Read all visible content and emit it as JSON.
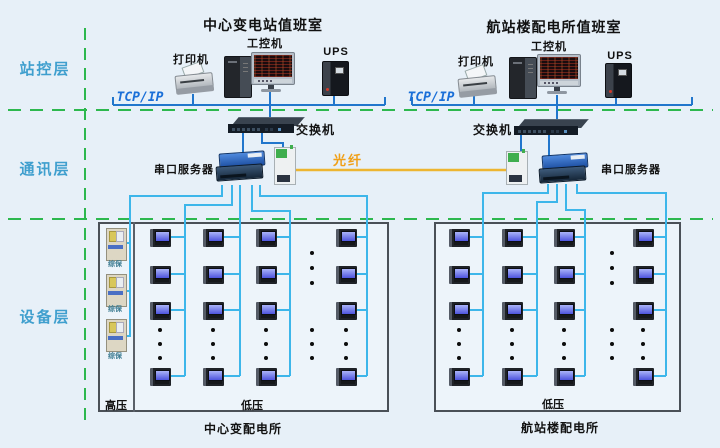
{
  "layer_labels": {
    "station": "站控层",
    "comm": "通讯层",
    "device": "设备层"
  },
  "left_room": {
    "title": "中心变电站值班室",
    "printer": "打印机",
    "ipc": "工控机",
    "ups": "UPS",
    "tcpip": "TCP/IP",
    "switch": "交换机",
    "serial_server": "串口服务器"
  },
  "right_room": {
    "title": "航站楼配电所值班室",
    "printer": "打印机",
    "ipc": "工控机",
    "ups": "UPS",
    "tcpip": "TCP/IP",
    "switch": "交换机",
    "serial_server": "串口服务器"
  },
  "fiber_label": "光纤",
  "left_panel": {
    "hv": "高压",
    "lv": "低压",
    "caption": "中心变配电所",
    "protection_labels": [
      "综保",
      "综保",
      "综保"
    ]
  },
  "right_panel": {
    "lv": "低压",
    "caption": "航站楼配电所"
  },
  "colors": {
    "background": "#e7f0f8",
    "dashed_green": "#2db84e",
    "bus_blue": "#2176cc",
    "device_cyan": "#3db6ea",
    "fiber_yellow": "#edb531",
    "layer_label_blue": "#3f9fce",
    "tcpip_blue": "#1a6fd8",
    "fiber_text_orange": "#f0a018"
  }
}
